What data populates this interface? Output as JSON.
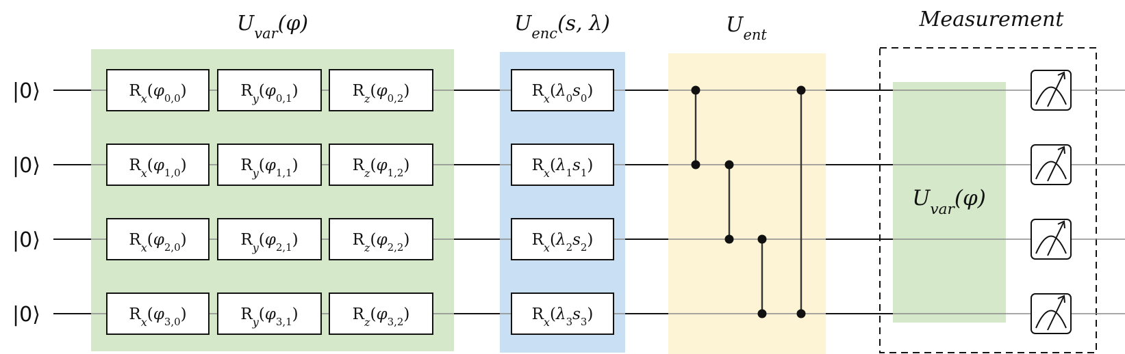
{
  "colors": {
    "var_block": "#d5e8c9",
    "enc_block": "#c9dff3",
    "ent_block": "#fdf4d6",
    "measure_inner": "#d5e8c9"
  },
  "sections": {
    "variational_title": "U_var(φ)",
    "encoding_title": "U_enc(s, λ)",
    "entangling_title": "U_ent",
    "measurement_title": "Measurement",
    "measurement_inner_label": "U_var(φ)"
  },
  "qubits": [
    {
      "ket": "|0⟩"
    },
    {
      "ket": "|0⟩"
    },
    {
      "ket": "|0⟩"
    },
    {
      "ket": "|0⟩"
    }
  ],
  "variational_gates": [
    [
      {
        "axis": "x",
        "index": "0,0"
      },
      {
        "axis": "y",
        "index": "0,1"
      },
      {
        "axis": "z",
        "index": "0,2"
      }
    ],
    [
      {
        "axis": "x",
        "index": "1,0"
      },
      {
        "axis": "y",
        "index": "1,1"
      },
      {
        "axis": "z",
        "index": "1,2"
      }
    ],
    [
      {
        "axis": "x",
        "index": "2,0"
      },
      {
        "axis": "y",
        "index": "2,1"
      },
      {
        "axis": "z",
        "index": "2,2"
      }
    ],
    [
      {
        "axis": "x",
        "index": "3,0"
      },
      {
        "axis": "y",
        "index": "3,1"
      },
      {
        "axis": "z",
        "index": "3,2"
      }
    ]
  ],
  "encoding_gates": [
    {
      "axis": "x",
      "index": "0"
    },
    {
      "axis": "x",
      "index": "1"
    },
    {
      "axis": "x",
      "index": "2"
    },
    {
      "axis": "x",
      "index": "3"
    }
  ],
  "entangling_pairs": [
    {
      "control": 0,
      "target": 1
    },
    {
      "control": 1,
      "target": 2
    },
    {
      "control": 2,
      "target": 3
    },
    {
      "control": 3,
      "target": 0
    }
  ],
  "measurements": [
    {
      "name": "meter-0"
    },
    {
      "name": "meter-1"
    },
    {
      "name": "meter-2"
    },
    {
      "name": "meter-3"
    }
  ]
}
